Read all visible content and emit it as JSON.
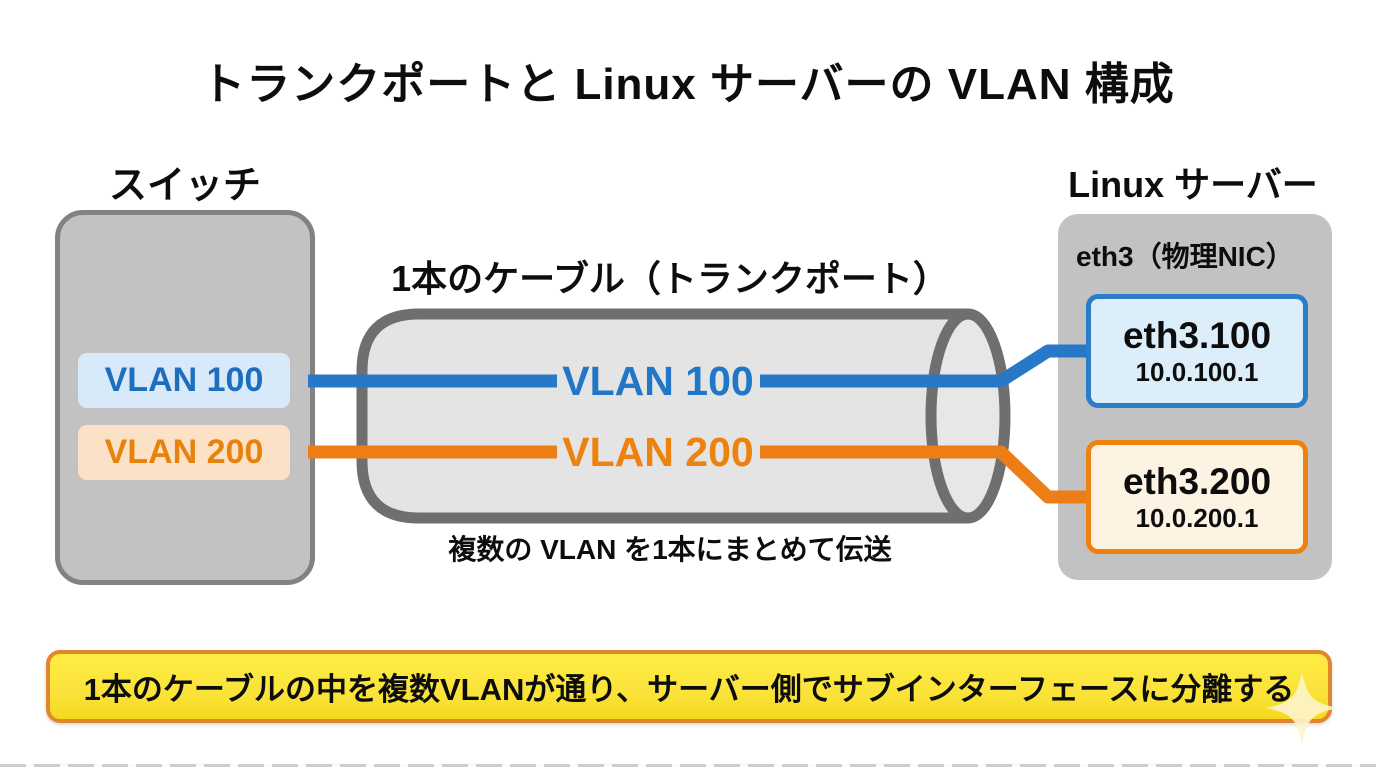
{
  "title": "トランクポートと Linux サーバーの VLAN 構成",
  "switch": {
    "label": "スイッチ",
    "vlan_ports": [
      {
        "label": "VLAN 100"
      },
      {
        "label": "VLAN 200"
      }
    ]
  },
  "cable": {
    "label": "1本のケーブル（トランクポート）",
    "vlan_streams": [
      {
        "label": "VLAN 100"
      },
      {
        "label": "VLAN 200"
      }
    ],
    "caption": "複数の VLAN を1本にまとめて伝送"
  },
  "server": {
    "label": "Linux サーバー",
    "nic_label": "eth3（物理NIC）",
    "subinterfaces": [
      {
        "name": "eth3.100",
        "ip": "10.0.100.1"
      },
      {
        "name": "eth3.200",
        "ip": "10.0.200.1"
      }
    ]
  },
  "banner": {
    "text": "1本のケーブルの中を複数VLANが通り、サーバー側でサブインターフェースに分離する"
  },
  "colors": {
    "vlan100_blue": "#2878c8",
    "vlan100_text": "#2176c7",
    "vlan100_badge_bg": "#d8eafa",
    "vlan200_orange": "#ed820e",
    "vlan200_badge_bg": "#fbe2c6",
    "subif100_bg": "#ddeefb",
    "subif200_bg": "#fdf3e2",
    "box_gray": "#c2c2c2",
    "tube_fill": "#e4e4e4",
    "tube_border": "#6f6f6f",
    "banner_yellow": "#ffe93e",
    "banner_border": "#e0862c"
  }
}
